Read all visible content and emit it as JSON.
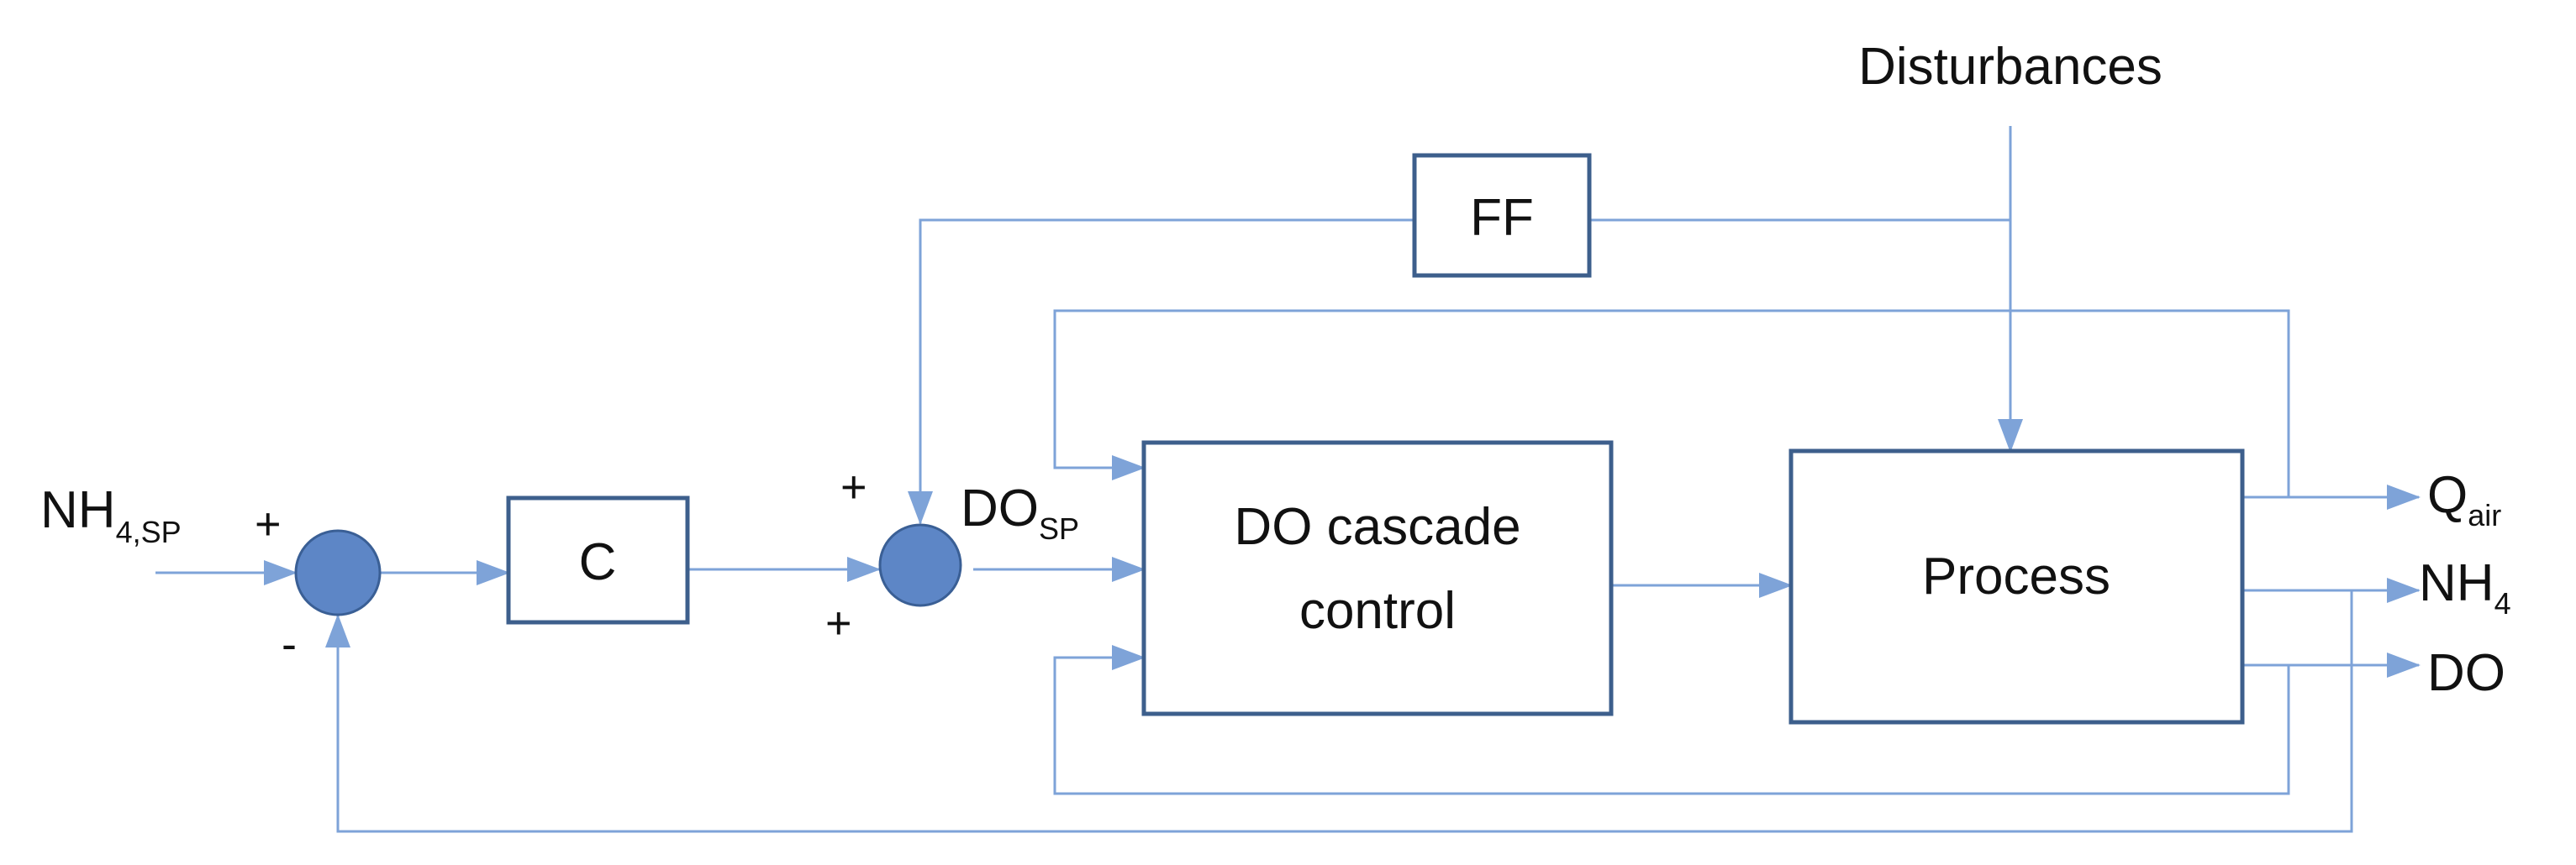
{
  "diagram": {
    "title": "Disturbances",
    "blocks": {
      "ff": "FF",
      "c": "C",
      "do_cascade_line1": "DO cascade",
      "do_cascade_line2": "control",
      "process": "Process"
    },
    "inputs": {
      "nh4_sp_main": "NH",
      "nh4_sp_sub": "4,SP"
    },
    "signals": {
      "do_sp_main": "DO",
      "do_sp_sub": "SP"
    },
    "outputs": {
      "q_air_main": "Q",
      "q_air_sub": "air",
      "nh4_main": "NH",
      "nh4_sub": "4",
      "do": "DO"
    },
    "signs": {
      "sum1_plus": "+",
      "sum1_minus": "-",
      "sum2_plus_top": "+",
      "sum2_plus_bottom": "+"
    },
    "colors": {
      "wire": "#7ea3d8",
      "block_border": "#3d5f8c",
      "summing_fill": "#5d86c6",
      "summing_border": "#3a5f95",
      "text": "#111111"
    }
  }
}
